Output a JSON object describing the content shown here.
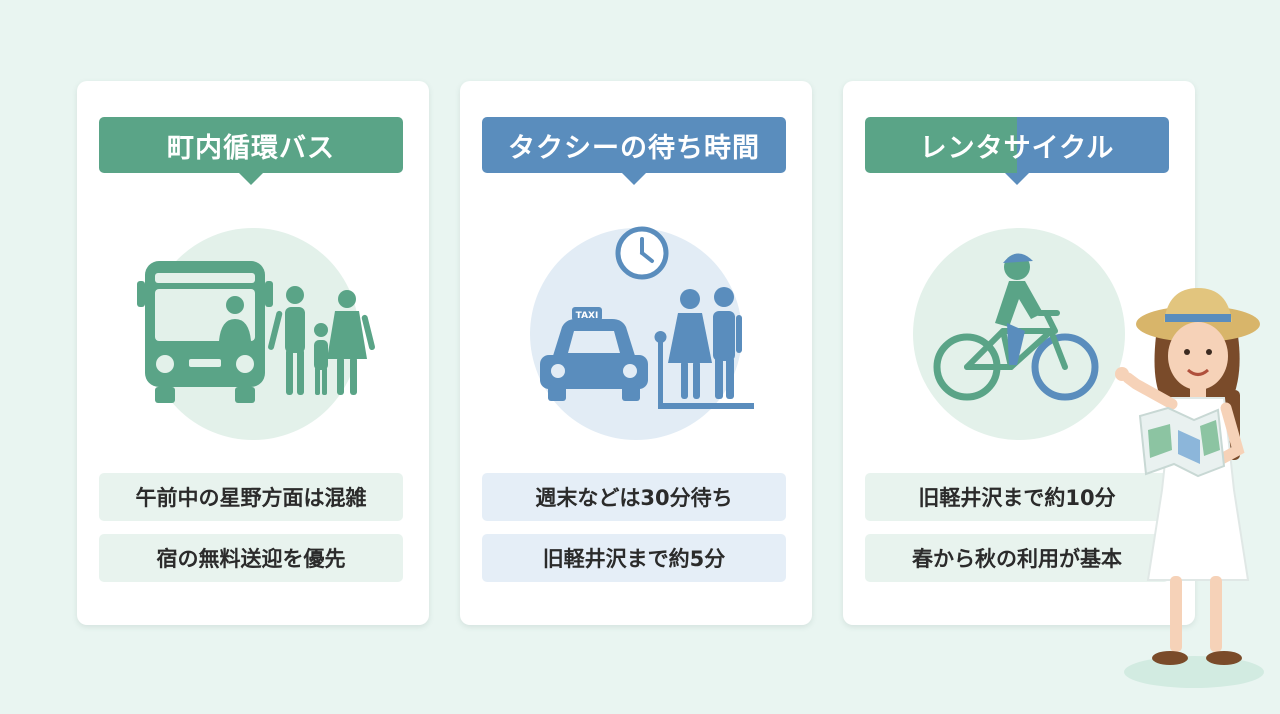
{
  "cards": [
    {
      "title": "町内循環バス",
      "icon": "bus-with-family-icon",
      "rows": [
        "午前中の星野方面は混雑",
        "宿の無料送迎を優先"
      ]
    },
    {
      "title": "タクシーの待ち時間",
      "icon": "taxi-waiting-icon",
      "taxi_sign": "TAXI",
      "rows": [
        "週末などは30分待ち",
        "旧軽井沢まで約5分"
      ]
    },
    {
      "title": "レンタサイクル",
      "icon": "bicycle-rider-icon",
      "rows": [
        "旧軽井沢まで約10分",
        "春から秋の利用が基本"
      ]
    }
  ],
  "colors": {
    "green": "#5aa487",
    "blue": "#5a8dbd",
    "background": "#e9f5f1"
  },
  "traveler_icon": "tourist-with-map-icon"
}
